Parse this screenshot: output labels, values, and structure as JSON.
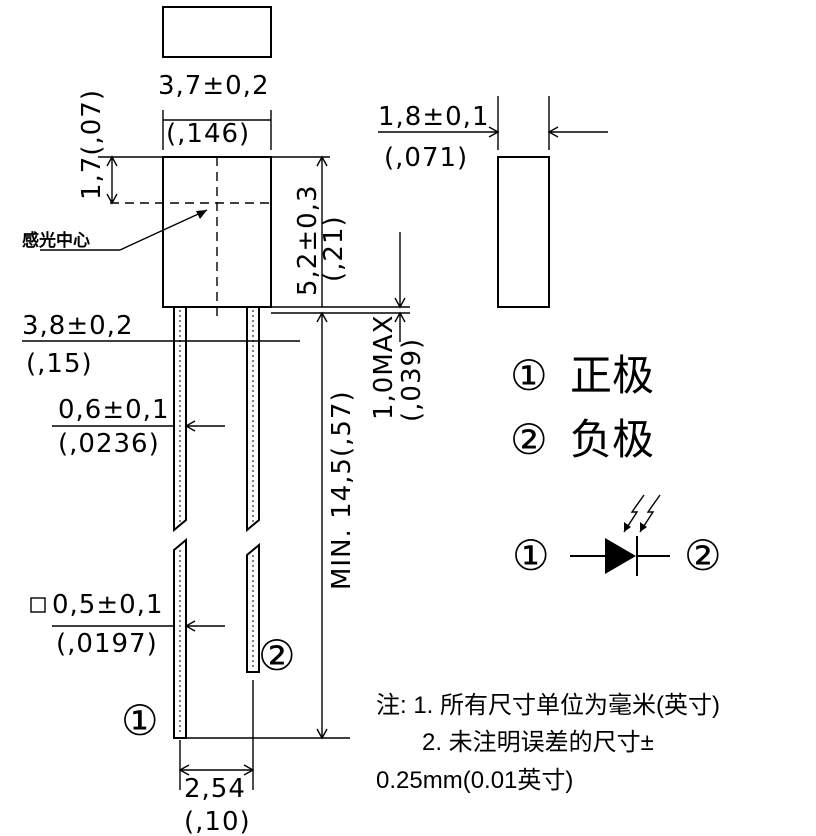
{
  "dimensions": {
    "top_width": "3,7±0,2",
    "top_width_in": "(,146)",
    "sensor_offset": "1,7(,07)",
    "body_height": "5,2±0,3",
    "body_height_in": "(,21)",
    "thickness": "1,8±0,1",
    "thickness_in": "(,071)",
    "lead_gap": "3,8±0,2",
    "lead_gap_in": "(,15)",
    "lead_width": "0,6±0,1",
    "lead_width_in": "(,0236)",
    "standoff": "1,0MAX",
    "standoff_in": "(,039)",
    "lead_length": "MIN. 14,5(,57)",
    "square_lead": "0,5±0,1",
    "square_lead_in": "(,0197)",
    "pitch": "2,54",
    "pitch_in": "(,10)"
  },
  "labels": {
    "sensor_center": "感光中心",
    "pin1": "①",
    "pin2": "②"
  },
  "legend": {
    "item1_mark": "①",
    "item1_text": "正极",
    "item2_mark": "②",
    "item2_text": "负极"
  },
  "notes": {
    "line1": "注: 1. 所有尺寸单位为毫米(英寸)",
    "line2": "2. 未注明误差的尺寸±",
    "line3": "0.25mm(0.01英寸)"
  },
  "icons": {
    "square": "square-icon",
    "diode": "led-diode-icon"
  }
}
